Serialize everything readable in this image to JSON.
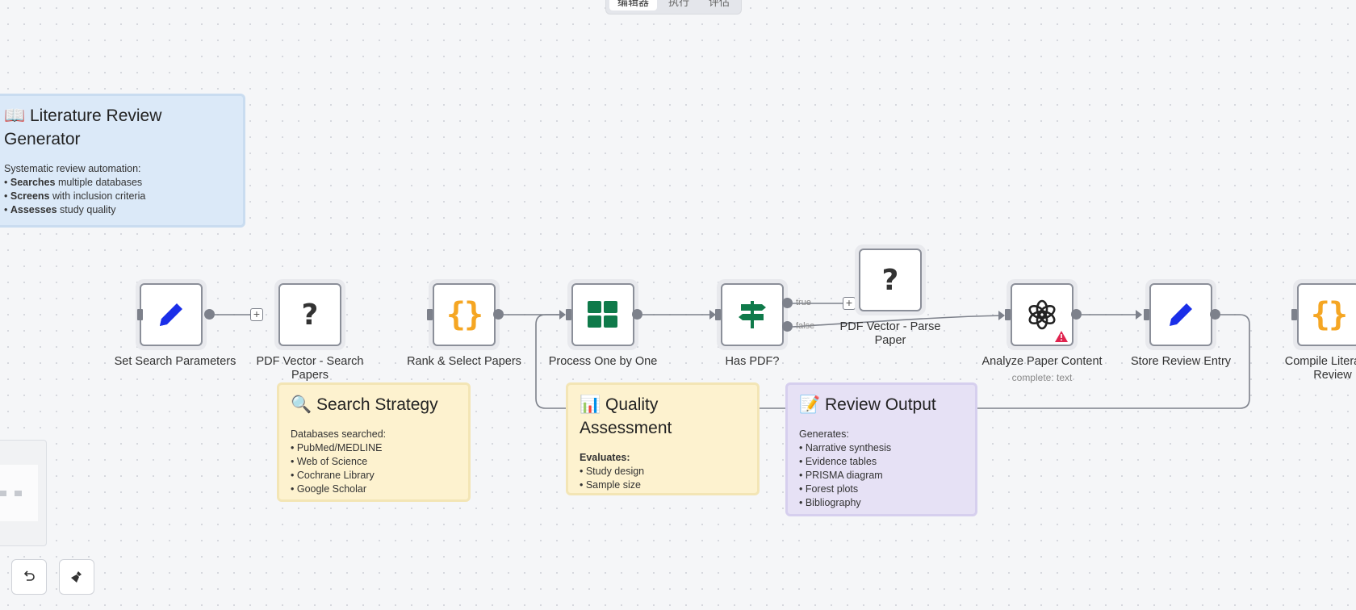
{
  "tabs": [
    {
      "label": "编辑器",
      "active": true
    },
    {
      "label": "执行",
      "active": false
    },
    {
      "label": "评估",
      "active": false
    }
  ],
  "stickies": {
    "overview": {
      "icon": "📖",
      "title": "Literature Review Generator",
      "intro": "Systematic review automation:",
      "items": [
        {
          "bold": "Searches",
          "rest": " multiple databases"
        },
        {
          "bold": "Screens",
          "rest": " with inclusion criteria"
        },
        {
          "bold": "Assesses",
          "rest": " study quality"
        }
      ]
    },
    "search_strategy": {
      "icon": "🔍",
      "title": "Search Strategy",
      "intro": "Databases searched:",
      "items": [
        "• PubMed/MEDLINE",
        "• Web of Science",
        "• Cochrane Library",
        "• Google Scholar"
      ]
    },
    "quality": {
      "icon": "📊",
      "title": "Quality Assessment",
      "intro": "Evaluates:",
      "items": [
        "• Study design",
        "• Sample size"
      ]
    },
    "review_output": {
      "icon": "📝",
      "title": "Review Output",
      "intro": "Generates:",
      "items": [
        "• Narrative synthesis",
        "• Evidence tables",
        "• PRISMA diagram",
        "• Forest plots",
        "• Bibliography"
      ]
    }
  },
  "nodes": {
    "set_search": {
      "label": "Set Search Parameters",
      "icon": "pencil-icon"
    },
    "pdf_search": {
      "label": "PDF Vector - Search Papers",
      "icon": "question-icon"
    },
    "rank": {
      "label": "Rank & Select Papers",
      "icon": "code-braces-icon"
    },
    "process": {
      "label": "Process One by One",
      "icon": "grid-icon"
    },
    "has_pdf": {
      "label": "Has PDF?",
      "icon": "signpost-icon"
    },
    "parse": {
      "label": "PDF Vector - Parse Paper",
      "icon": "question-icon"
    },
    "analyze": {
      "label": "Analyze Paper Content",
      "sublabel": "complete: text",
      "icon": "openai-icon"
    },
    "store": {
      "label": "Store Review Entry",
      "icon": "pencil-icon"
    },
    "compile": {
      "label": "Compile Literature Review",
      "icon": "code-braces-icon"
    }
  },
  "branches": {
    "true_label": "true",
    "false_label": "false"
  },
  "colors": {
    "pencil": "#1a2ee8",
    "braces": "#f5a623",
    "green": "#0f7a4a",
    "sticky_blue": "#dbe9f8",
    "sticky_yellow": "#fdf2cf",
    "sticky_purple": "#e6e1f5",
    "warning": "#e0234e"
  }
}
